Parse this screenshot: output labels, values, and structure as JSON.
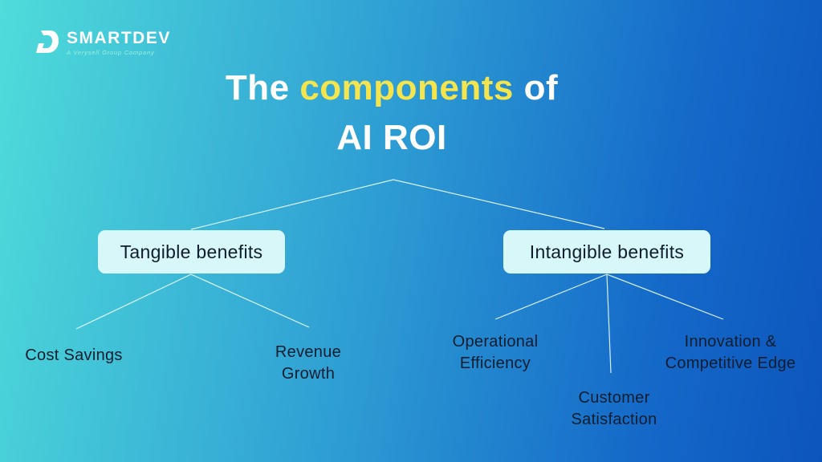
{
  "brand": {
    "name": "SMARTDEV",
    "tagline": "A Verysell Group Company",
    "logo_icon": "smartdev-d-logo"
  },
  "title": {
    "pre": "The",
    "highlight": "components",
    "post": "of",
    "second_line": "AI ROI"
  },
  "diagram": {
    "root_label": "",
    "left_branch": {
      "label": "Tangible benefits",
      "children": [
        {
          "label": "Cost Savings"
        },
        {
          "label": "Revenue Growth"
        }
      ]
    },
    "right_branch": {
      "label": "Intangible benefits",
      "children": [
        {
          "label": "Operational Efficiency"
        },
        {
          "label": "Customer Satisfaction"
        },
        {
          "label": "Innovation & Competitive Edge"
        }
      ]
    }
  },
  "colors": {
    "background_left": "#4fdcda",
    "background_right": "#0c55bd",
    "title_text": "#ffffff",
    "title_highlight": "#f4e44d",
    "box_background": "#d7f7f9",
    "box_text": "#101d2c",
    "leaf_text": "#0e1d2e",
    "connector": "#f0fdff",
    "tagline_text": "#9bf0df"
  }
}
